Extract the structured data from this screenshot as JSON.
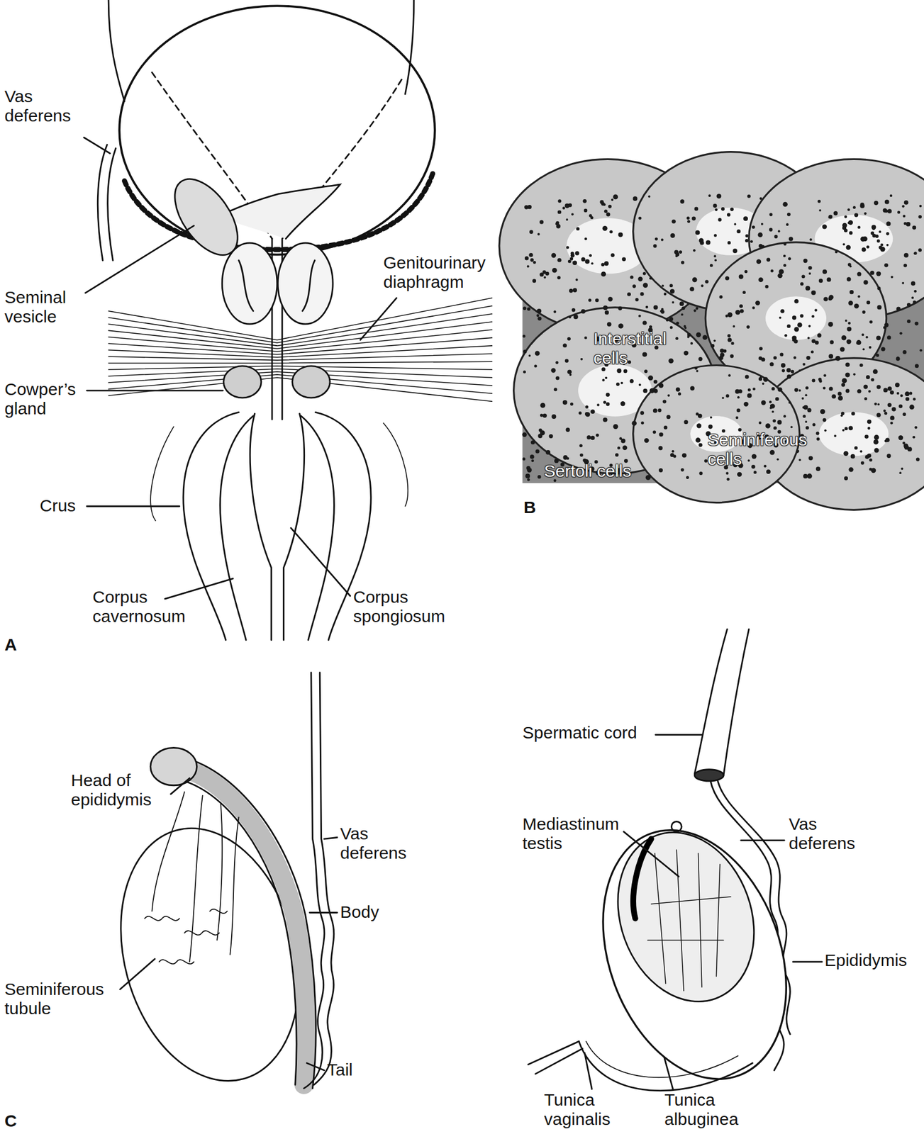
{
  "diagram": {
    "labels": [
      "Vas deferens",
      "Seminal vesicle",
      "Genitourinary diaphragm",
      "Cowper’s gland",
      "Crus",
      "Corpus cavernosum",
      "Corpus spongiosum",
      "A",
      "Interstitial cells",
      "Seminiferous cells",
      "Sertoli cells",
      "B",
      "Head of epididymis",
      "Vas deferens",
      "Body",
      "Seminiferous tubule",
      "Tail",
      "C",
      "Spermatic cord",
      "Mediastinum testis",
      "Vas deferens",
      "Epididymis",
      "Tunica vaginalis",
      "Tunica albuginea"
    ]
  }
}
